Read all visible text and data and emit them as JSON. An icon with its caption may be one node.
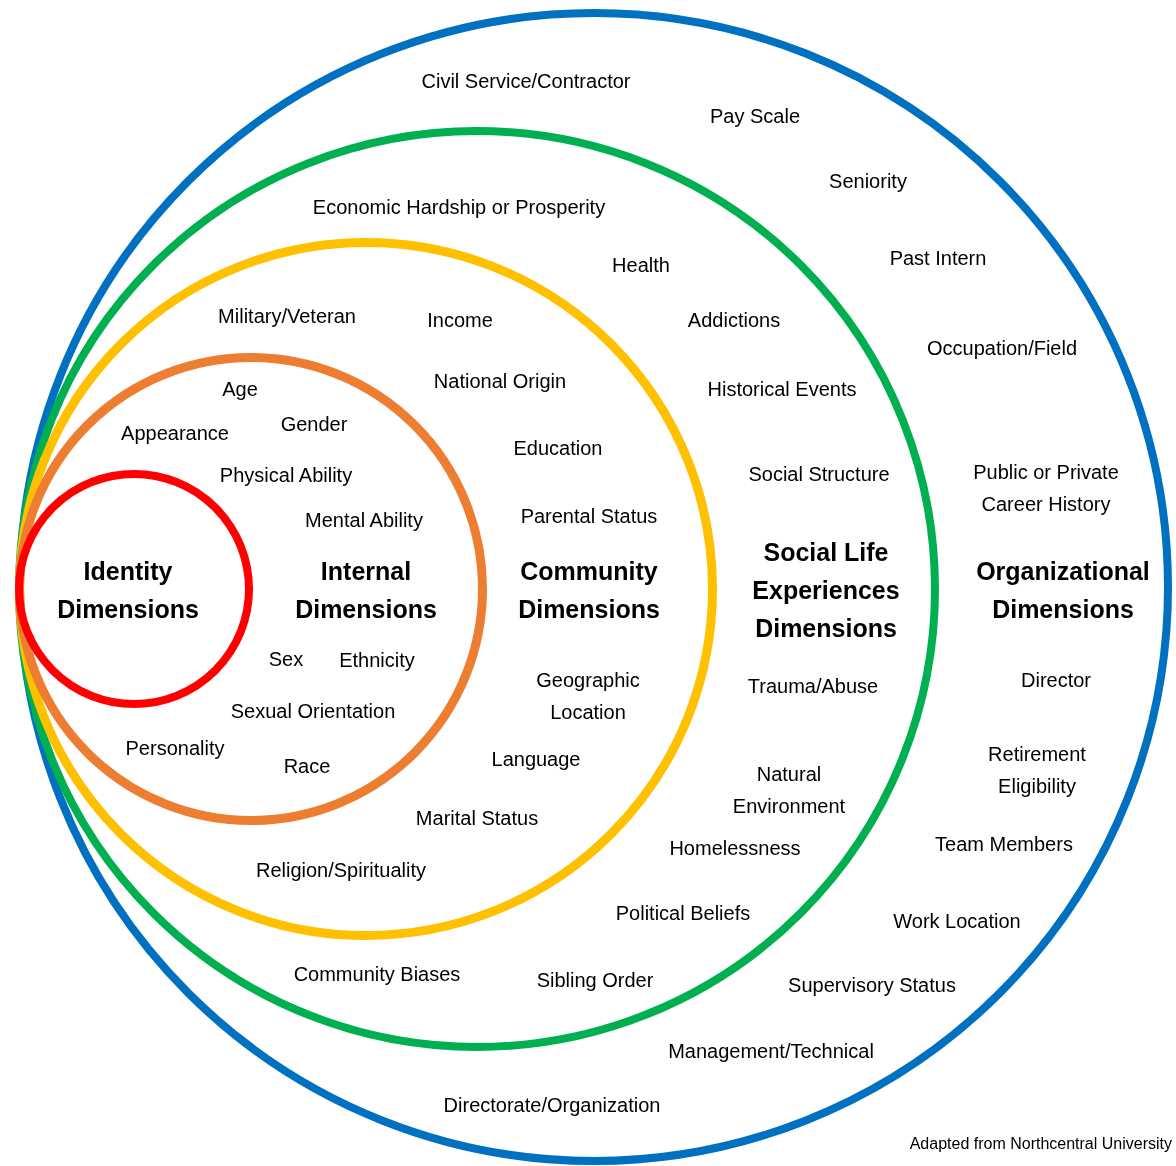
{
  "diagram": {
    "nodes": [
      {
        "text": [
          "Organizational Dimensions"
        ]
      },
      {
        "text": [
          "Social Life Experiences Dimensions"
        ],
        "in": 0
      },
      {
        "text": [
          "Community Dimensions"
        ],
        "in": 1
      },
      {
        "text": [
          "Internal Dimensions"
        ],
        "in": 2
      },
      {
        "text": [
          "Identity Dimensions"
        ],
        "in": 3
      }
    ],
    "labels": [
      "Civil Service/Contractor",
      "Pay Scale",
      "Seniority",
      "Economic Hardship or Prosperity",
      "Health",
      "Past Intern",
      "Military/Veteran",
      "Income",
      "Addictions",
      "Occupation/Field",
      "Age",
      "National Origin",
      "Historical Events",
      "Appearance",
      "Gender",
      "Education",
      "Public or Private Career History",
      "Social Structure",
      "Physical Ability",
      "Parental Status",
      "Mental Ability",
      "Sex",
      "Ethnicity",
      "Geographic Location",
      "Trauma/Abuse",
      "Director",
      "Sexual Orientation",
      "Personality",
      "Race",
      "Language",
      "Natural Environment",
      "Retirement Eligibility",
      "Marital Status",
      "Team Members",
      "Homelessness",
      "Religion/Spirituality",
      "Political Beliefs",
      "Work Location",
      "Community Biases",
      "Sibling Order",
      "Supervisory Status",
      "Management/Technical",
      "Directorate/Organization",
      "Adapted from Northcentral University"
    ]
  }
}
